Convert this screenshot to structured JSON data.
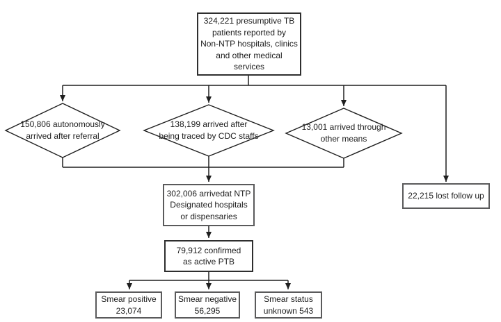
{
  "figure": {
    "description": "Flowchart of presumptive TB patient referral and arrival outcomes",
    "colors": {
      "background": "#ffffff",
      "line": "#1f1f1f",
      "box_border_dark": "#2e2e2e",
      "box_border_gray": "#5a5a5b",
      "text": "#1c1c1c"
    }
  },
  "nodes": {
    "source": {
      "shape": "rectangle",
      "lines": [
        "324,221 presumptive TB",
        "patients reported by",
        "Non-NTP hospitals, clinics",
        "and other medical",
        "services"
      ]
    },
    "autonomous": {
      "shape": "diamond",
      "lines": [
        "150,806 autonomously",
        "arrived after referral"
      ]
    },
    "traced": {
      "shape": "diamond",
      "lines": [
        "138,199 arrived after",
        "being traced by CDC staffs"
      ]
    },
    "other_means": {
      "shape": "diamond",
      "lines": [
        "13,001 arrived through",
        "other means"
      ]
    },
    "lost_follow_up": {
      "shape": "rectangle",
      "lines": [
        "22,215 lost follow up"
      ]
    },
    "ntp_arrival": {
      "shape": "rectangle",
      "lines": [
        "302,006 arrivedat NTP",
        "Designated hospitals",
        "or dispensaries"
      ]
    },
    "confirmed_ptb": {
      "shape": "rectangle",
      "lines": [
        "79,912 confirmed",
        "as active PTB"
      ]
    },
    "smear_positive": {
      "shape": "rectangle",
      "lines": [
        "Smear positive",
        "23,074"
      ]
    },
    "smear_negative": {
      "shape": "rectangle",
      "lines": [
        "Smear negative",
        "56,295"
      ]
    },
    "smear_unknown": {
      "shape": "rectangle",
      "lines": [
        "Smear status",
        "unknown 543"
      ]
    }
  }
}
